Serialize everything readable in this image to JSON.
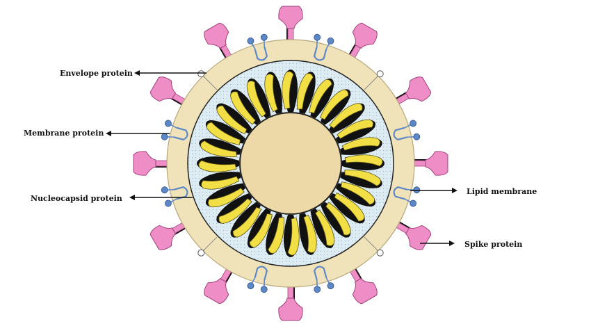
{
  "labels": {
    "envelope_protein": "Envelope protein",
    "membrane_protein": "Membrane protein",
    "nucleocapsid_protein": "Nucleocapsid protein",
    "lipid_membrane": "Lipid membrane",
    "spike_protein": "Spike protein"
  },
  "colors": {
    "lipid_membrane": "#f1e3b9",
    "core": "#ecd9a7",
    "inner_layer": "#dcecf2",
    "nucleocapsid": "#f2df45",
    "spike": "#ef8dc7",
    "membrane_protein": "#5d88c8",
    "outline": "#111111"
  }
}
